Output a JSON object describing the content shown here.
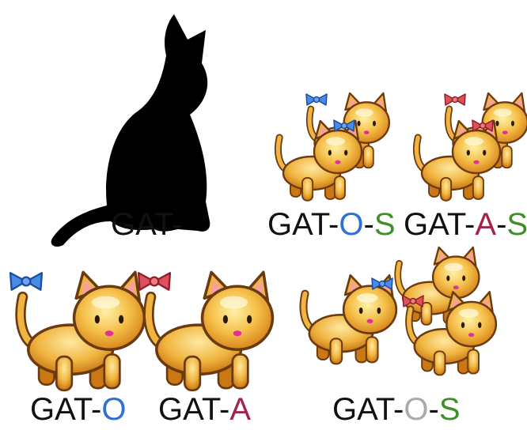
{
  "stem": {
    "base": "GAT-",
    "suffix_o": "O",
    "suffix_a": "A",
    "suffix_s": "S",
    "dash": "-"
  },
  "colors": {
    "o_blue": "#2f6fd6",
    "a_red": "#a3244a",
    "s_green": "#3f8f2a",
    "o_grey": "#aaaaaa",
    "cat_body": "#f2b640",
    "silhouette": "#000000"
  },
  "figures": [
    {
      "id": "silhouette",
      "icon": "black-cat-silhouette-icon"
    },
    {
      "id": "gat-o-s",
      "icon": "two-cats-blue-bows-icon"
    },
    {
      "id": "gat-a-s",
      "icon": "two-cats-red-bows-icon"
    },
    {
      "id": "gat-o",
      "icon": "cat-blue-bow-icon"
    },
    {
      "id": "gat-a",
      "icon": "cat-red-bow-icon"
    },
    {
      "id": "gat-o-s-mixed",
      "icon": "three-cats-mixed-bows-icon"
    }
  ]
}
